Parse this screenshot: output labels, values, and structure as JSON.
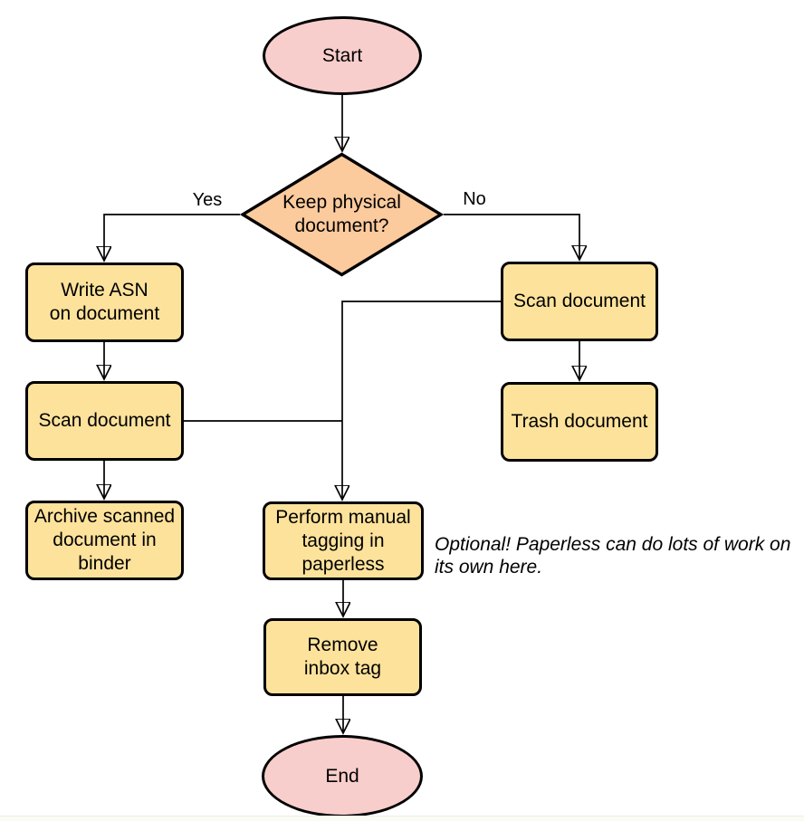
{
  "diagram": {
    "nodes": {
      "start": {
        "label": "Start",
        "type": "terminator"
      },
      "decision": {
        "label": "Keep physical\ndocument?",
        "type": "decision"
      },
      "write_asn": {
        "label": "Write ASN\non document",
        "type": "process"
      },
      "scan_left": {
        "label": "Scan document",
        "type": "process"
      },
      "archive": {
        "label": "Archive scanned\ndocument in\nbinder",
        "type": "process"
      },
      "scan_right": {
        "label": "Scan document",
        "type": "process"
      },
      "trash": {
        "label": "Trash document",
        "type": "process"
      },
      "tagging": {
        "label": "Perform manual\ntagging in\npaperless",
        "type": "process"
      },
      "remove_inbox": {
        "label": "Remove\ninbox tag",
        "type": "process"
      },
      "end": {
        "label": "End",
        "type": "terminator"
      }
    },
    "edge_labels": {
      "yes": "Yes",
      "no": "No"
    },
    "note": "Optional! Paperless can do lots of work on\nits own here.",
    "colors": {
      "terminator_fill": "#F8CECC",
      "decision_fill": "#FBCA9D",
      "process_fill": "#FDE29B",
      "stroke": "#000000"
    }
  }
}
